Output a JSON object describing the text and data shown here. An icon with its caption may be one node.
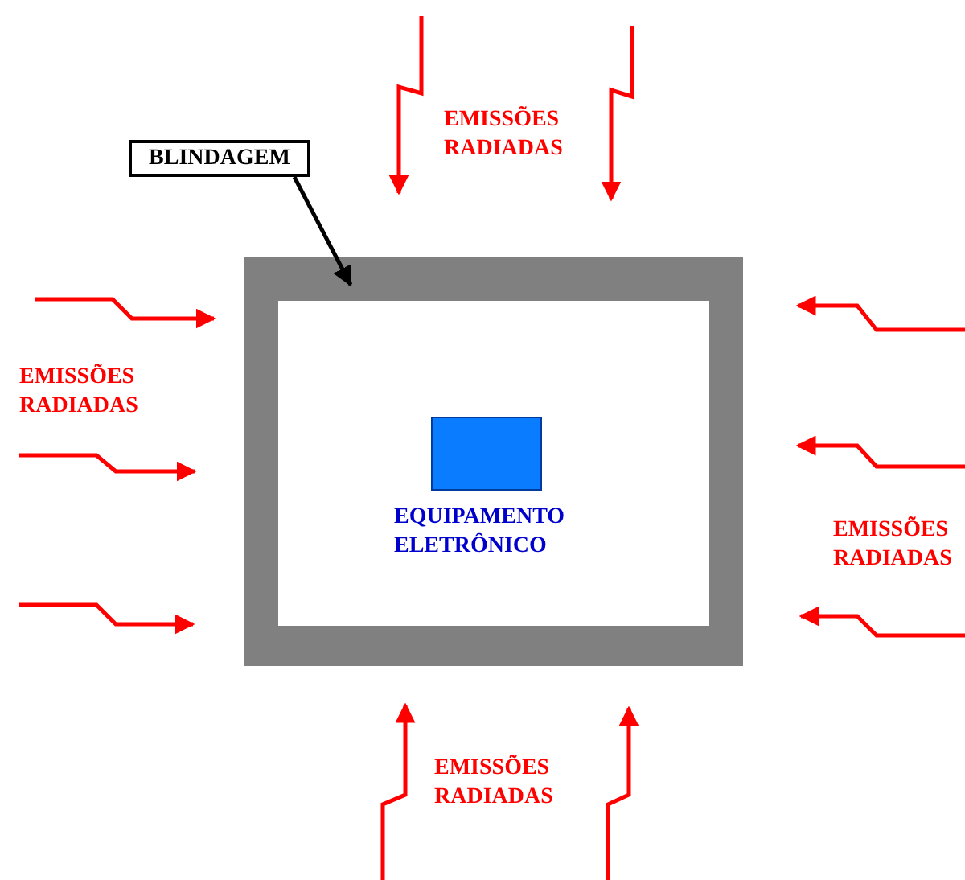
{
  "diagram": {
    "nodes": [
      {
        "text": [
          "BLINDAGEM"
        ]
      },
      {
        "text": [],
        "shape": "box"
      },
      {
        "text": [
          "EQUIPAMENTO ELETRÔNICO"
        ],
        "in": 1
      }
    ],
    "edges": [
      {
        "from": 0,
        "to": 1,
        "arrow": "to",
        "color": "#000000"
      },
      {
        "from": null,
        "to": 1,
        "arrow": "to"
      },
      {
        "from": null,
        "to": 1,
        "arrow": "to"
      },
      {
        "from": null,
        "to": 1,
        "arrow": "to"
      },
      {
        "from": null,
        "to": 1,
        "arrow": "to"
      },
      {
        "from": null,
        "to": 1,
        "arrow": "to"
      },
      {
        "from": null,
        "to": 1,
        "arrow": "to"
      },
      {
        "from": null,
        "to": 1,
        "arrow": "to"
      },
      {
        "from": null,
        "to": 1,
        "arrow": "to"
      },
      {
        "from": null,
        "to": 1,
        "arrow": "to"
      },
      {
        "from": null,
        "to": 1,
        "arrow": "to"
      }
    ],
    "labels": [
      "EMISSÕES RADIADAS",
      "EMISSÕES RADIADAS",
      "EMISSÕES RADIADAS",
      "EMISSÕES RADIADAS"
    ]
  }
}
